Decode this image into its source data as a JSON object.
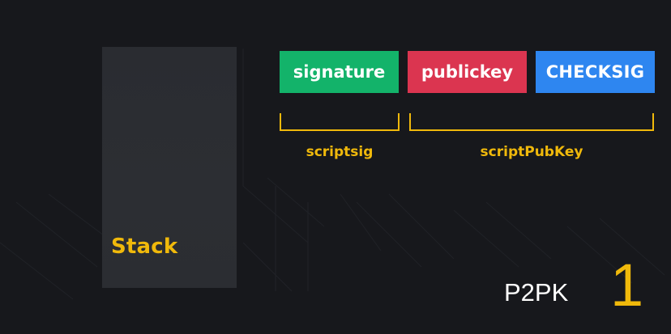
{
  "stack": {
    "label": "Stack"
  },
  "script": {
    "ops": [
      {
        "label": "signature",
        "color": "#13b36a"
      },
      {
        "label": "publickey",
        "color": "#db3550"
      },
      {
        "label": "CHECKSIG",
        "color": "#2e86f0"
      }
    ],
    "groups": [
      {
        "label": "scriptsig"
      },
      {
        "label": "scriptPubKey"
      }
    ]
  },
  "footer": {
    "type_label": "P2PK",
    "step": "1"
  },
  "colors": {
    "accent": "#f0b90b",
    "background": "#17181c",
    "stack_fill": "#2b2d32"
  }
}
